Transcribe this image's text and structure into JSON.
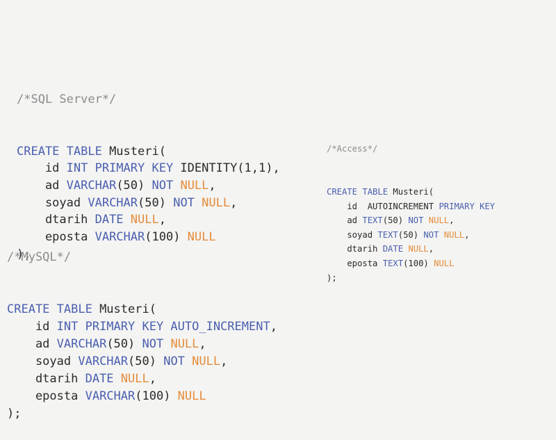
{
  "sql_server": {
    "comment": "/*SQL Server*/",
    "lines": [
      [
        {
          "t": "k",
          "v": "CREATE TABLE "
        },
        {
          "t": "t",
          "v": "Musteri("
        }
      ],
      [
        {
          "t": "t",
          "v": "    id "
        },
        {
          "t": "k",
          "v": "INT PRIMARY KEY "
        },
        {
          "t": "t",
          "v": "IDENTITY(1,1),"
        }
      ],
      [
        {
          "t": "t",
          "v": "    ad "
        },
        {
          "t": "k",
          "v": "VARCHAR"
        },
        {
          "t": "t",
          "v": "(50) "
        },
        {
          "t": "k",
          "v": "NOT "
        },
        {
          "t": "n",
          "v": "NULL"
        },
        {
          "t": "t",
          "v": ","
        }
      ],
      [
        {
          "t": "t",
          "v": "    soyad "
        },
        {
          "t": "k",
          "v": "VARCHAR"
        },
        {
          "t": "t",
          "v": "(50) "
        },
        {
          "t": "k",
          "v": "NOT "
        },
        {
          "t": "n",
          "v": "NULL"
        },
        {
          "t": "t",
          "v": ","
        }
      ],
      [
        {
          "t": "t",
          "v": "    dtarih "
        },
        {
          "t": "k",
          "v": "DATE "
        },
        {
          "t": "n",
          "v": "NULL"
        },
        {
          "t": "t",
          "v": ","
        }
      ],
      [
        {
          "t": "t",
          "v": "    eposta "
        },
        {
          "t": "k",
          "v": "VARCHAR"
        },
        {
          "t": "t",
          "v": "(100) "
        },
        {
          "t": "n",
          "v": "NULL"
        }
      ],
      [
        {
          "t": "t",
          "v": ");"
        }
      ]
    ]
  },
  "mysql": {
    "comment": "/*MySQL*/",
    "lines": [
      [
        {
          "t": "k",
          "v": "CREATE TABLE "
        },
        {
          "t": "t",
          "v": "Musteri("
        }
      ],
      [
        {
          "t": "t",
          "v": "    id "
        },
        {
          "t": "k",
          "v": "INT PRIMARY KEY AUTO_INCREMENT"
        },
        {
          "t": "t",
          "v": ","
        }
      ],
      [
        {
          "t": "t",
          "v": "    ad "
        },
        {
          "t": "k",
          "v": "VARCHAR"
        },
        {
          "t": "t",
          "v": "(50) "
        },
        {
          "t": "k",
          "v": "NOT "
        },
        {
          "t": "n",
          "v": "NULL"
        },
        {
          "t": "t",
          "v": ","
        }
      ],
      [
        {
          "t": "t",
          "v": "    soyad "
        },
        {
          "t": "k",
          "v": "VARCHAR"
        },
        {
          "t": "t",
          "v": "(50) "
        },
        {
          "t": "k",
          "v": "NOT "
        },
        {
          "t": "n",
          "v": "NULL"
        },
        {
          "t": "t",
          "v": ","
        }
      ],
      [
        {
          "t": "t",
          "v": "    dtarih "
        },
        {
          "t": "k",
          "v": "DATE "
        },
        {
          "t": "n",
          "v": "NULL"
        },
        {
          "t": "t",
          "v": ","
        }
      ],
      [
        {
          "t": "t",
          "v": "    eposta "
        },
        {
          "t": "k",
          "v": "VARCHAR"
        },
        {
          "t": "t",
          "v": "(100) "
        },
        {
          "t": "n",
          "v": "NULL"
        }
      ],
      [
        {
          "t": "t",
          "v": ");"
        }
      ]
    ]
  },
  "access": {
    "comment": "/*Access*/",
    "lines": [
      [
        {
          "t": "k",
          "v": "CREATE TABLE "
        },
        {
          "t": "t",
          "v": "Musteri("
        }
      ],
      [
        {
          "t": "t",
          "v": "    id  AUTOINCREMENT "
        },
        {
          "t": "k",
          "v": "PRIMARY KEY"
        }
      ],
      [
        {
          "t": "t",
          "v": "    ad "
        },
        {
          "t": "k",
          "v": "TEXT"
        },
        {
          "t": "t",
          "v": "(50) "
        },
        {
          "t": "k",
          "v": "NOT "
        },
        {
          "t": "n",
          "v": "NULL"
        },
        {
          "t": "t",
          "v": ","
        }
      ],
      [
        {
          "t": "t",
          "v": "    soyad "
        },
        {
          "t": "k",
          "v": "TEXT"
        },
        {
          "t": "t",
          "v": "(50) "
        },
        {
          "t": "k",
          "v": "NOT "
        },
        {
          "t": "n",
          "v": "NULL"
        },
        {
          "t": "t",
          "v": ","
        }
      ],
      [
        {
          "t": "t",
          "v": "    dtarih "
        },
        {
          "t": "k",
          "v": "DATE "
        },
        {
          "t": "n",
          "v": "NULL"
        },
        {
          "t": "t",
          "v": ","
        }
      ],
      [
        {
          "t": "t",
          "v": "    eposta "
        },
        {
          "t": "k",
          "v": "TEXT"
        },
        {
          "t": "t",
          "v": "(100) "
        },
        {
          "t": "n",
          "v": "NULL"
        }
      ],
      [
        {
          "t": "t",
          "v": ");"
        }
      ]
    ]
  },
  "colors": {
    "background": "#f4f4f3",
    "text": "#2a2a2a",
    "keyword": "#4a5fae",
    "null": "#e48c3a",
    "comment": "#8b8b8b"
  }
}
